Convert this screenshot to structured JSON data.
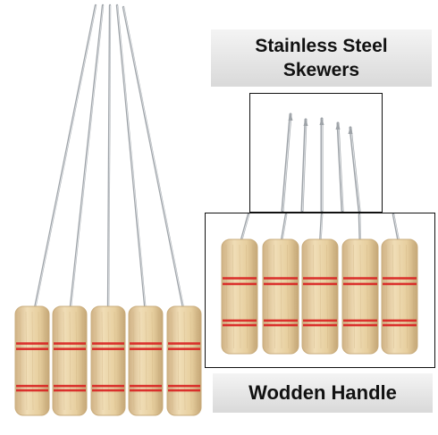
{
  "labels": {
    "title_line1": "Stainless Steel",
    "title_line2": "Skewers",
    "handle_label": "Wodden Handle"
  },
  "colors": {
    "wood": "#e9d3a8",
    "wood_shade": "#c9ac7c",
    "stripe": "#d81f1f",
    "steel": "#9ea3a8",
    "steel_light": "#dfe2e5",
    "label_bg": "#e6e6e6"
  },
  "images": {
    "skewers_main": "skewers-with-wooden-handles",
    "tips_detail": "skewer-tips-closeup",
    "handles_detail": "wooden-handles-closeup"
  }
}
